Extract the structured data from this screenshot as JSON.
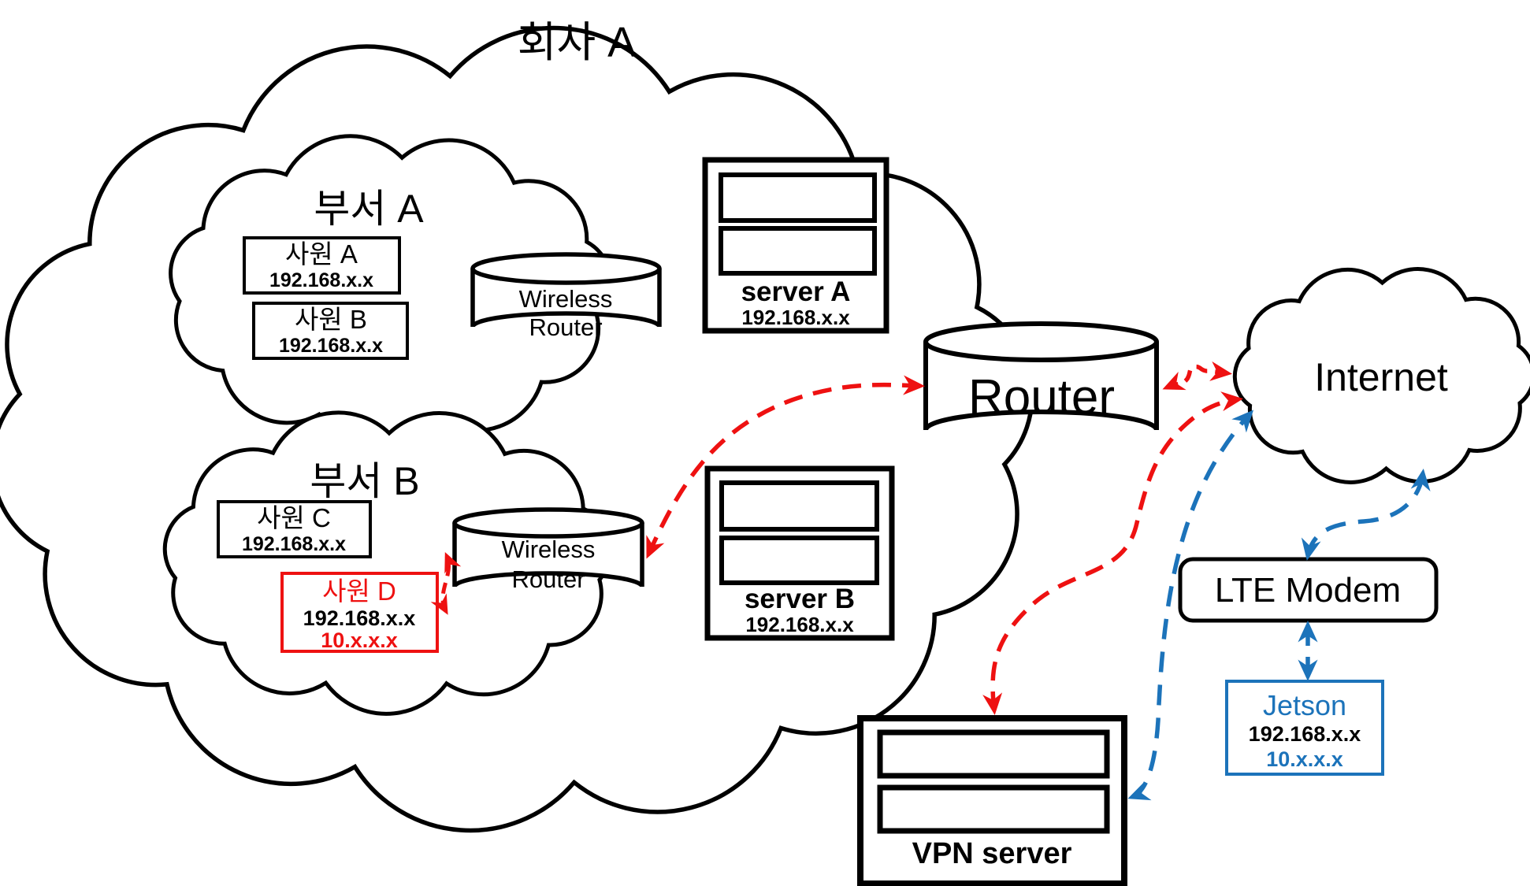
{
  "colors": {
    "red": "#EE1111",
    "blue": "#1C73BA",
    "black": "#000000",
    "background": "#FFFFFF"
  },
  "company": {
    "label": "회사 A"
  },
  "department_a": {
    "label": "부서 A",
    "employee_a": {
      "name": "사원 A",
      "ip": "192.168.x.x"
    },
    "employee_b": {
      "name": "사원 B",
      "ip": "192.168.x.x"
    },
    "wireless_router": {
      "line1": "Wireless",
      "line2": "Router"
    }
  },
  "department_b": {
    "label": "부서 B",
    "employee_c": {
      "name": "사원 C",
      "ip": "192.168.x.x"
    },
    "employee_d": {
      "name": "사원 D",
      "ip": "192.168.x.x",
      "vpn_ip": "10.x.x.x"
    },
    "wireless_router": {
      "line1": "Wireless",
      "line2": "Router"
    }
  },
  "server_a": {
    "name": "server A",
    "ip": "192.168.x.x"
  },
  "server_b": {
    "name": "server B",
    "ip": "192.168.x.x"
  },
  "router": {
    "label": "Router"
  },
  "internet": {
    "label": "Internet"
  },
  "lte_modem": {
    "label": "LTE Modem"
  },
  "jetson": {
    "name": "Jetson",
    "ip": "192.168.x.x",
    "vpn_ip": "10.x.x.x"
  },
  "vpn_server": {
    "name": "VPN server"
  }
}
